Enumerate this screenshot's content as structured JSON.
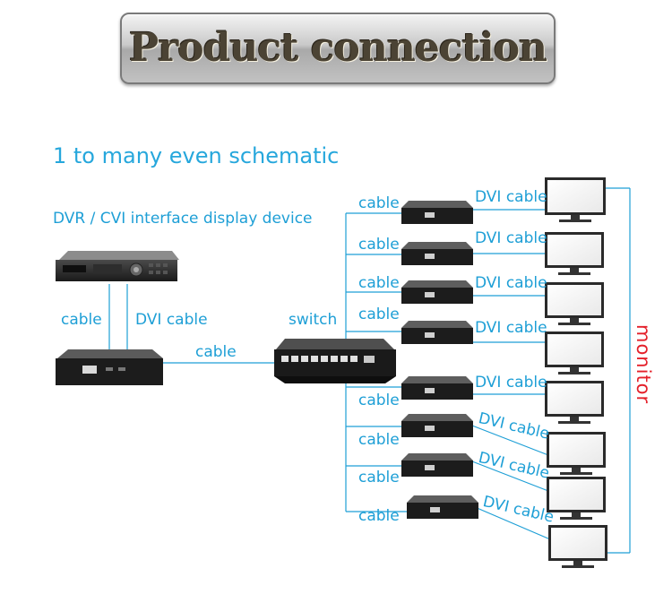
{
  "banner": {
    "title": "Product connection"
  },
  "subtitle": "1 to many even schematic",
  "device_label": "DVR / CVI interface display device",
  "left_cable_label": "cable",
  "left_dvi_label": "DVI cable",
  "middle_cable_label": "cable",
  "switch_label": "switch",
  "monitor_label": "monitor",
  "receivers": [
    {
      "cable": "cable",
      "dvi": "DVI cable"
    },
    {
      "cable": "cable",
      "dvi": "DVI cable"
    },
    {
      "cable": "cable",
      "dvi": "DVI cable"
    },
    {
      "cable": "cable",
      "dvi": "DVI cable"
    },
    {
      "cable": "cable",
      "dvi": "DVI cable"
    },
    {
      "cable": "cable",
      "dvi": "DVI cable"
    },
    {
      "cable": "cable",
      "dvi": "DVI cable"
    },
    {
      "cable": "cable",
      "dvi": "DVI cable"
    }
  ],
  "colors": {
    "line": "#1e9fd6",
    "text": "#1e9fd6",
    "monitor_text": "#e4202a",
    "device": "#1c1c1c"
  }
}
